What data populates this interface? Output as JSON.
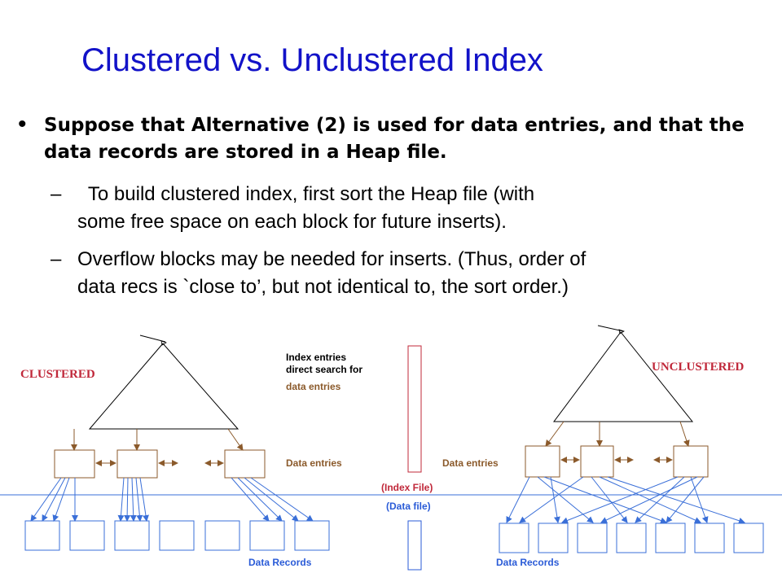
{
  "slide": {
    "title": "Clustered vs. Unclustered Index",
    "bullet": "Suppose that Alternative (2) is used for data entries, and that the data records are stored in a Heap file.",
    "sub1": {
      "dash": "–",
      "line1": "  To build clustered index, first sort the Heap file (with",
      "line2": "some free space on each block for future inserts)."
    },
    "sub2": {
      "dash": "–",
      "line1": "Overflow blocks may be needed for inserts.  (Thus, order of",
      "line2": "data recs is `close to’, but not identical to, the sort order.)"
    }
  },
  "diagram": {
    "clustered_label": "CLUSTERED",
    "unclustered_label": "UNCLUSTERED",
    "index_note": [
      "Index entries",
      "direct search for",
      "data entries"
    ],
    "data_entries_label": "Data entries",
    "index_file_label": "(Index File)",
    "data_file_label": "(Data file)",
    "data_records_label": "Data Records",
    "colors": {
      "tree_line": "#000000",
      "entry_box": "#8b5a2b",
      "pointer": "#3a6fd8",
      "divider": "#3a6fd8",
      "index_bar": "#c0283a",
      "data_bar": "#2a5bd7",
      "side_label": "#c0283a"
    }
  }
}
